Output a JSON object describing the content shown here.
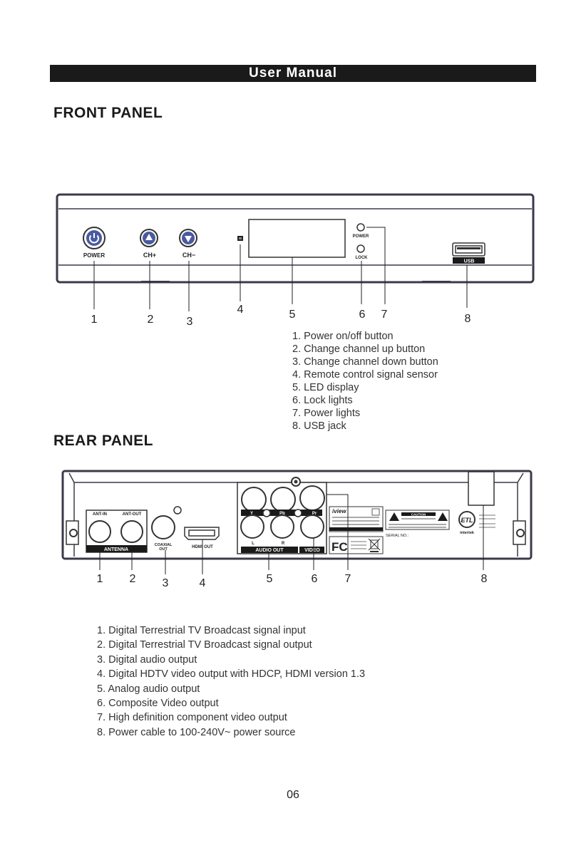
{
  "header": {
    "title": "User Manual"
  },
  "front_panel": {
    "title": "FRONT PANEL",
    "labels": {
      "power": "POWER",
      "ch_up": "CH+",
      "ch_down": "CH−",
      "power_led": "POWER",
      "lock_led": "LOCK",
      "usb": "USB"
    },
    "callouts": [
      "1",
      "2",
      "3",
      "4",
      "5",
      "6",
      "7",
      "8"
    ],
    "items": [
      "1. Power on/off button",
      "2. Change channel up button",
      "3. Change channel down button",
      "4. Remote control signal sensor",
      "5. LED display",
      "6. Lock lights",
      "7. Power lights",
      "8. USB jack"
    ]
  },
  "rear_panel": {
    "title": "REAR PANEL",
    "labels": {
      "ant_in": "ANT-IN",
      "ant_out": "ANT-OUT",
      "antenna": "ANTENNA",
      "coaxial": "COAXIAL",
      "coaxial_out": "OUT",
      "hdmi_out": "HDMI OUT",
      "y": "Y",
      "pb": "Pb",
      "pr": "Pr",
      "l": "L",
      "r": "R",
      "audio_out": "AUDIO OUT",
      "video": "VIDEO",
      "brand": "iview",
      "caution": "CAUTION",
      "serial_no": "SERIAL NO.:",
      "fcc": "FC",
      "intertek": "intertek",
      "etl": "ETL"
    },
    "callouts": [
      "1",
      "2",
      "3",
      "4",
      "5",
      "6",
      "7",
      "8"
    ],
    "items": [
      "1. Digital Terrestrial TV Broadcast signal input",
      "2. Digital Terrestrial TV Broadcast signal output",
      "3. Digital audio output",
      "4. Digital HDTV video output with HDCP, HDMI version 1.3",
      "5. Analog audio output",
      "6. Composite Video output",
      "7. High definition component video output",
      "8. Power cable to 100-240V~ power source"
    ]
  },
  "page_number": "06"
}
